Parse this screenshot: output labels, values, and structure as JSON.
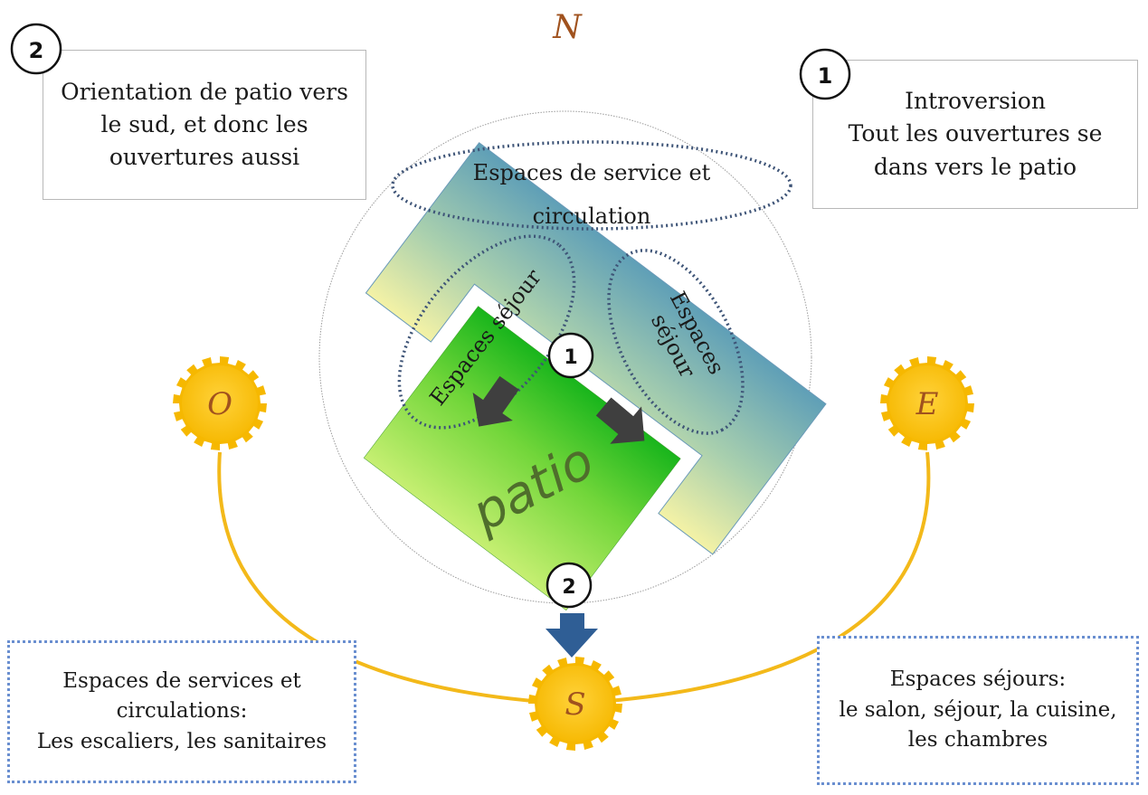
{
  "compass": {
    "north": "N",
    "west": "O",
    "east": "E",
    "south": "S"
  },
  "plan": {
    "service_zone": [
      "Espaces de service et",
      "circulation"
    ],
    "sejour_left": "Espaces séjour",
    "sejour_right": [
      "Espaces",
      "séjour"
    ],
    "patio": "patio"
  },
  "markers": {
    "introversion_number": "1",
    "orientation_number": "2"
  },
  "notes": {
    "orientation": [
      "Orientation de patio vers",
      "le sud, et donc les",
      "ouvertures aussi"
    ],
    "introversion": [
      "Introversion",
      "Tout les ouvertures se",
      "dans vers le patio"
    ]
  },
  "legends": {
    "west": [
      "Espaces de services et",
      "circulations:",
      "Les escaliers, les sanitaires"
    ],
    "east": [
      "Espaces séjours:",
      "le salon, séjour, la cuisine,",
      "les chambres"
    ]
  },
  "colors": {
    "sun": "#f6b800",
    "sun_text": "#a0521e",
    "path": "#f3b91a",
    "house_gradient_top": "#5f9fb7",
    "house_gradient_bottom": "#f4f2a6",
    "patio_gradient_top": "#19b51c",
    "patio_gradient_bottom": "#c6ef72",
    "zone_dots": "#3e5477",
    "arrow_dark": "#3f3f3f",
    "arrow_blue": "#2f5e95",
    "legend_border": "#6a8fd0"
  }
}
